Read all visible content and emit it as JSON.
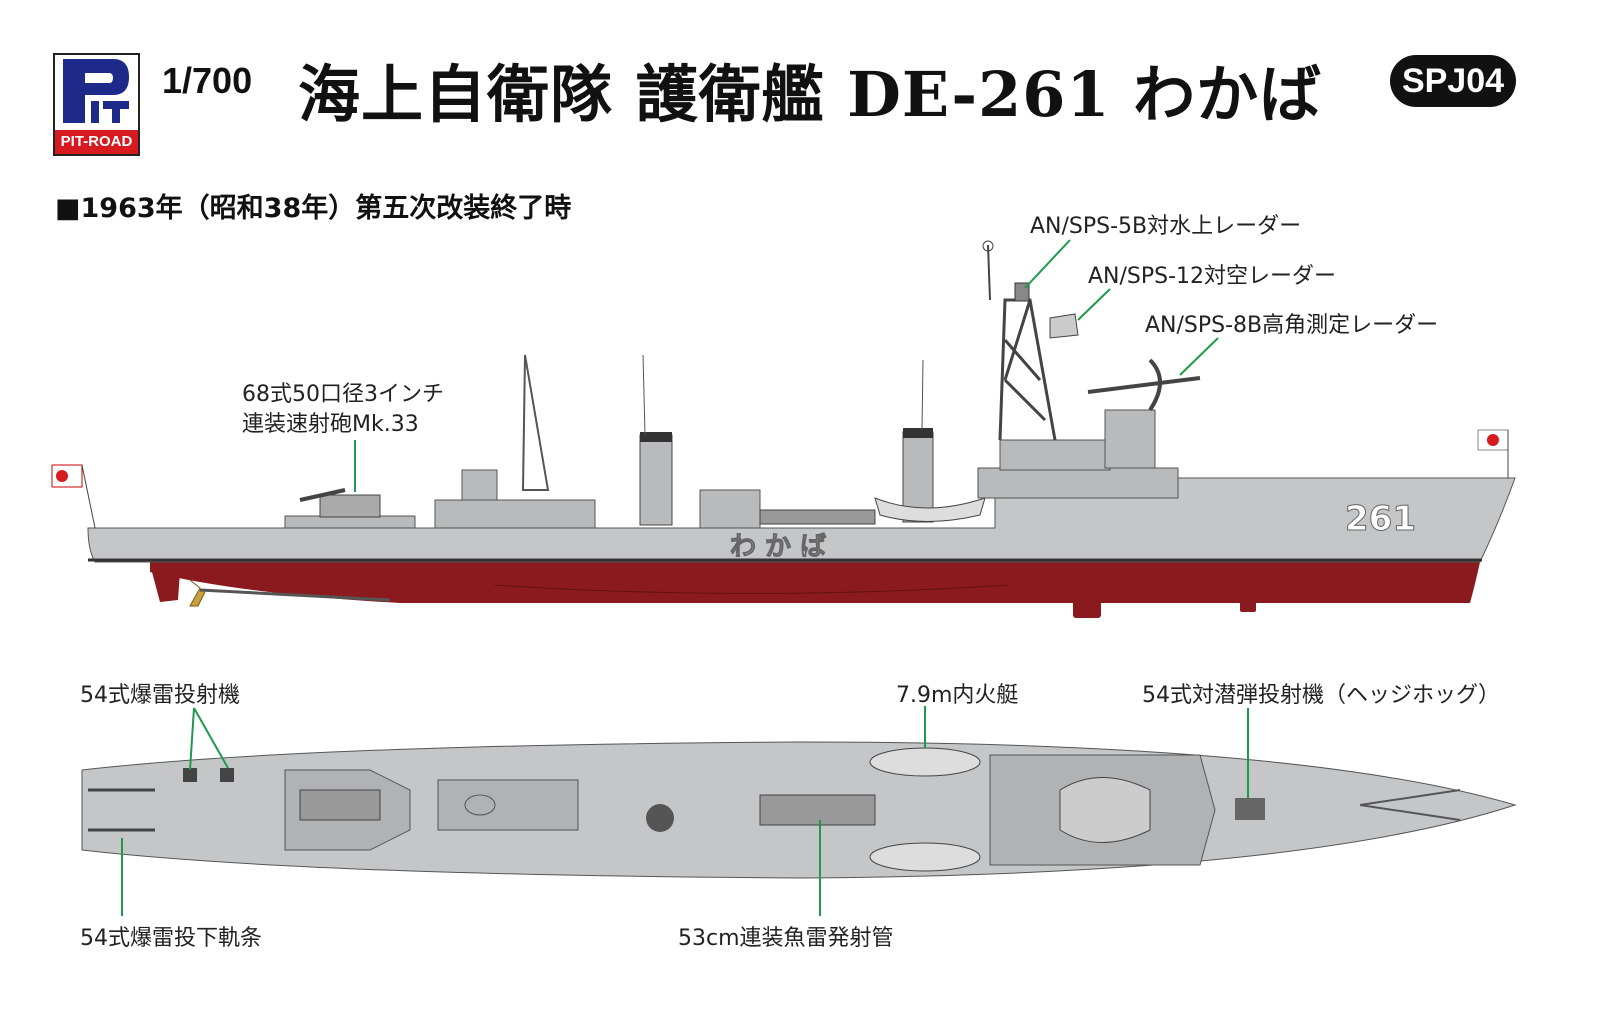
{
  "header": {
    "logo_text": "PIT-ROAD",
    "scale": "1/700",
    "title": "海上自衛隊 護衛艦 DE-261 わかば",
    "product_code": "SPJ04"
  },
  "subtitle": "■1963年（昭和38年）第五次改装終了時",
  "side_view": {
    "hull_number": "261",
    "ship_name_on_hull": "わ か ば",
    "labels": [
      {
        "text": "AN/SPS-5B対水上レーダー"
      },
      {
        "text": "AN/SPS-12対空レーダー"
      },
      {
        "text": "AN/SPS-8B高角測定レーダー"
      },
      {
        "line1": "68式50口径3インチ",
        "line2": "連装速射砲Mk.33"
      }
    ]
  },
  "top_view": {
    "labels": [
      {
        "text": "54式爆雷投射機"
      },
      {
        "text": "7.9m内火艇"
      },
      {
        "text": "54式対潜弾投射機（ヘッジホッグ）"
      },
      {
        "text": "54式爆雷投下軌条"
      },
      {
        "text": "53cm連装魚雷発射管"
      }
    ]
  },
  "colors": {
    "hull_gray": "#c4c6c8",
    "deck_gray": "#a9abad",
    "bottom_red": "#8b1a1e",
    "leader_green": "#1f9a4c",
    "logo_blue": "#1d2a8a",
    "logo_red": "#d71920"
  }
}
